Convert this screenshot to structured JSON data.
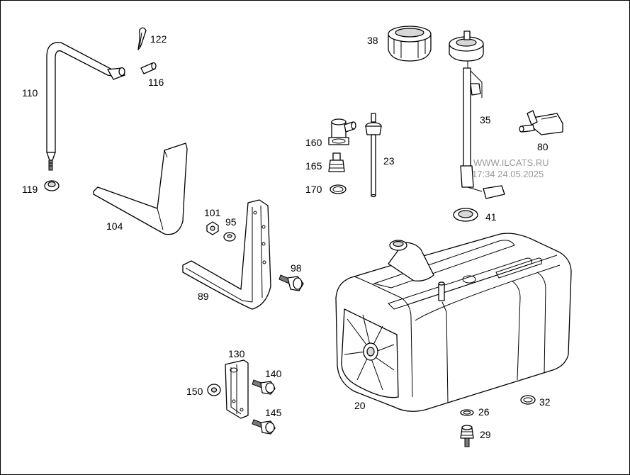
{
  "watermark": {
    "line1": "WWW.ILCATS.RU",
    "line2": "17:34 24.05.2025"
  },
  "labels": {
    "p122": "122",
    "p116": "116",
    "p110": "110",
    "p119": "119",
    "p104": "104",
    "p101": "101",
    "p95": "95",
    "p98": "98",
    "p89": "89",
    "p130": "130",
    "p140": "140",
    "p150": "150",
    "p145": "145",
    "p38": "38",
    "p35": "35",
    "p80": "80",
    "p160": "160",
    "p165": "165",
    "p170": "170",
    "p23": "23",
    "p41": "41",
    "p20": "20",
    "p26": "26",
    "p32": "32",
    "p29": "29"
  }
}
